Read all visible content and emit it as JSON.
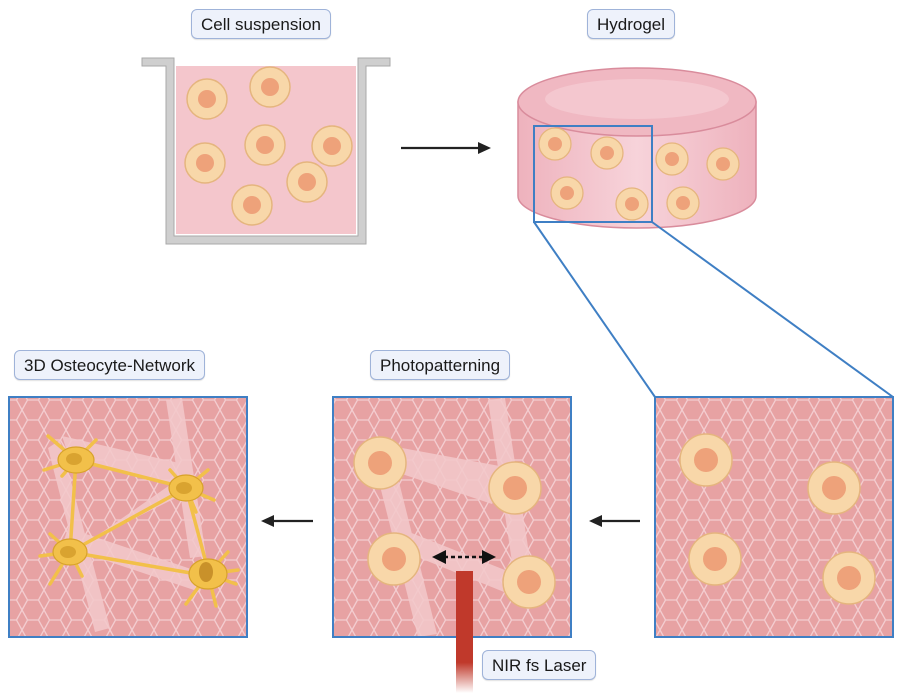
{
  "labels": {
    "cell_suspension": "Cell suspension",
    "hydrogel": "Hydrogel",
    "osteocyte_network": "3D Osteocyte-Network",
    "photopatterning": "Photopatterning",
    "laser": "NIR fs Laser"
  },
  "colors": {
    "gel_pink": "#e7a2a3",
    "well_fluid": "#f4c6cc",
    "cell_outer": "#f8d7a9",
    "cell_nucleus": "#eea27a",
    "osteocyte_yellow": "#f2c04a",
    "zoom_frame": "#3f7fc4",
    "laser_red": "#c0392b"
  },
  "icons": [
    "arrow-right-icon",
    "arrow-left-icon",
    "double-arrow-icon",
    "laser-beam-icon"
  ]
}
